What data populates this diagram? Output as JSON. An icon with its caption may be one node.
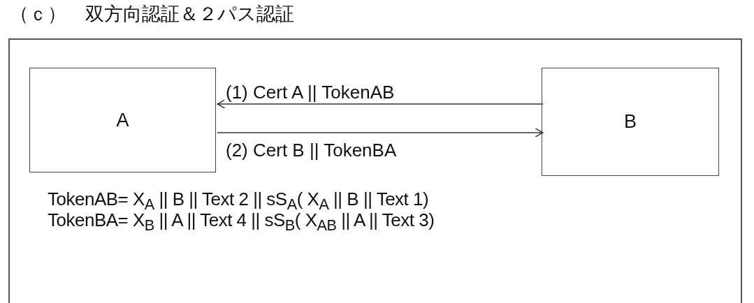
{
  "diagram": {
    "title": "（ｃ）　双方向認証＆２パス認証",
    "nodes": [
      {
        "text": [
          "TokenAB= X$_{A}$ || B || Text 2 || sS$_{A}$( X$_{A}$ || B || Text 1)",
          "TokenBA= X$_{B}$ || A || Text 4 || sS$_{B}$( X$_{AB}$ || A || Text 3)"
        ]
      },
      {
        "text": [
          "A"
        ],
        "in": 0
      },
      {
        "text": [
          "B"
        ],
        "in": 0
      }
    ],
    "edges": [
      {
        "from": 2,
        "to": 1,
        "arrow": "to",
        "label": "(1) Cert A || TokenAB"
      },
      {
        "from": 1,
        "to": 2,
        "arrow": "to",
        "label": "(2) Cert B || TokenBA"
      }
    ]
  }
}
